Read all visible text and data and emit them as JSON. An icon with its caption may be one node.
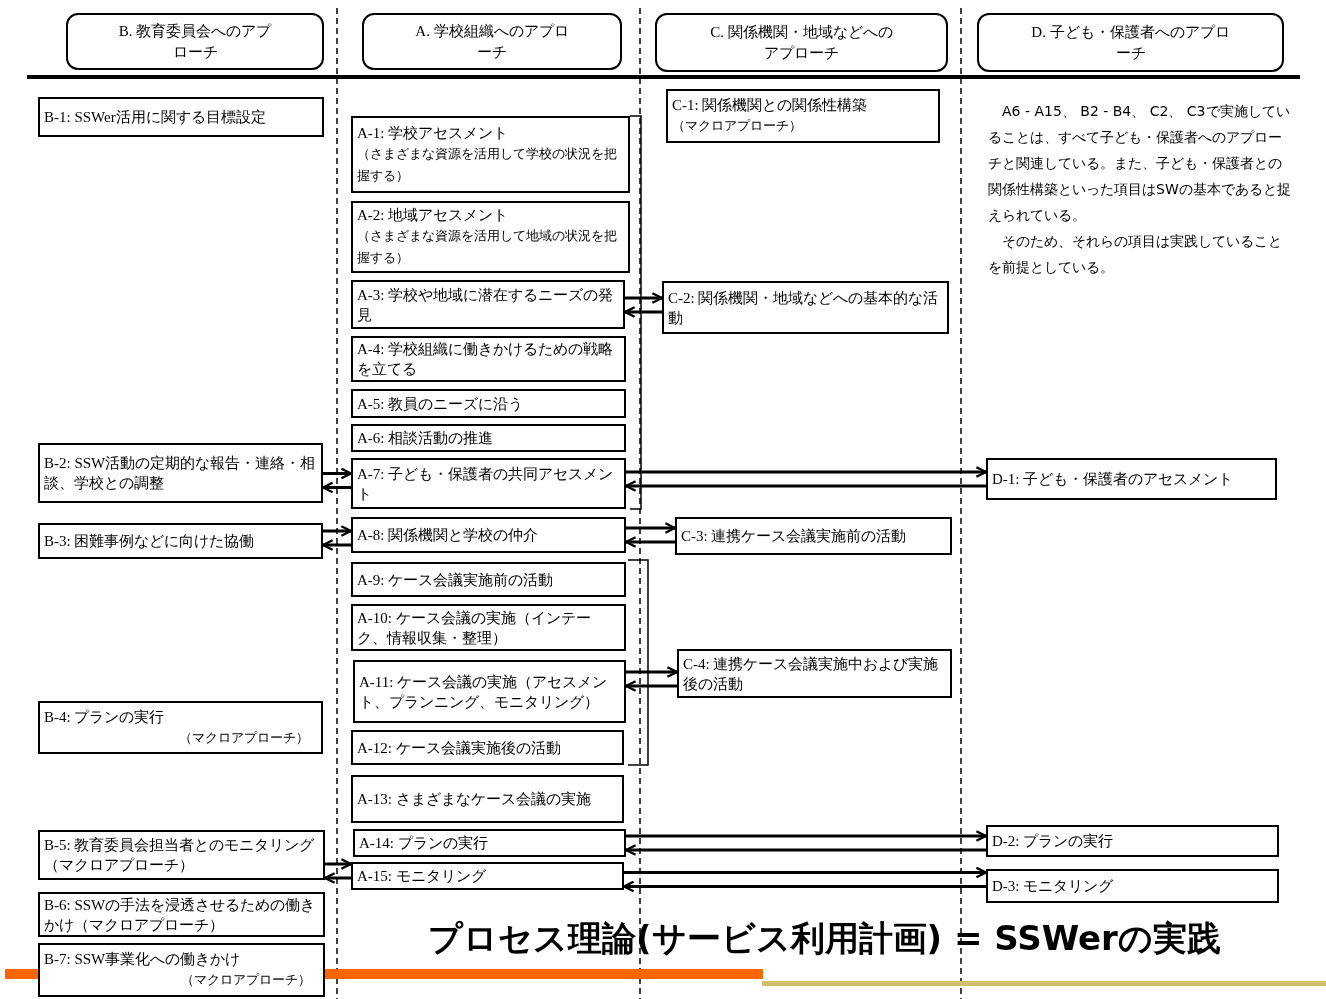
{
  "diagram": {
    "title": "プロセス理論(サービス利用計画) = SSWerの実践",
    "nodes": [
      {
        "text": [
          "B. 教育委員会へのアプローチ"
        ]
      },
      {
        "text": [
          "A. 学校組織へのアプローチ"
        ]
      },
      {
        "text": [
          "C. 関係機関・地域などへのアプローチ"
        ]
      },
      {
        "text": [
          "D. 子ども・保護者へのアプローチ"
        ]
      },
      {
        "text": [
          "B-1: SSWer活用に関する目標設定"
        ]
      },
      {
        "text": [
          "B-2: SSW活動の定期的な報告・連絡・相談、学校との調整"
        ]
      },
      {
        "text": [
          "B-3: 困難事例などに向けた協働"
        ]
      },
      {
        "text": [
          "B-4: プランの実行",
          "（マクロアプローチ）"
        ]
      },
      {
        "text": [
          "B-5: 教育委員会担当者とのモニタリング（マクロアプローチ）"
        ]
      },
      {
        "text": [
          "B-6: SSWの手法を浸透させるための働きかけ（マクロアプローチ）"
        ]
      },
      {
        "text": [
          "B-7: SSW事業化への働きかけ",
          "（マクロアプローチ）"
        ]
      },
      {
        "text": [
          "A-1: 学校アセスメント",
          "（さまざまな資源を活用して学校の状況を把握する）"
        ]
      },
      {
        "text": [
          "A-2: 地域アセスメント",
          "（さまざまな資源を活用して地域の状況を把握する）"
        ]
      },
      {
        "text": [
          "A-3: 学校や地域に潜在するニーズの発見"
        ]
      },
      {
        "text": [
          "A-4: 学校組織に働きかけるための戦略を立てる"
        ]
      },
      {
        "text": [
          "A-5: 教員のニーズに沿う"
        ]
      },
      {
        "text": [
          "A-6: 相談活動の推進"
        ]
      },
      {
        "text": [
          "A-7: 子ども・保護者の共同アセスメント"
        ]
      },
      {
        "text": [
          "A-8: 関係機関と学校の仲介"
        ]
      },
      {
        "text": [
          "A-9: ケース会議実施前の活動"
        ]
      },
      {
        "text": [
          "A-10: ケース会議の実施（インテーク、情報収集・整理）"
        ]
      },
      {
        "text": [
          "A-11: ケース会議の実施（アセスメント、プランニング、モニタリング）"
        ]
      },
      {
        "text": [
          "A-12: ケース会議実施後の活動"
        ]
      },
      {
        "text": [
          "A-13: さまざまなケース会議の実施"
        ]
      },
      {
        "text": [
          "A-14: プランの実行"
        ]
      },
      {
        "text": [
          "A-15: モニタリング"
        ]
      },
      {
        "text": [
          "C-1: 関係機関との関係性構築",
          "（マクロアプローチ）"
        ]
      },
      {
        "text": [
          "C-2: 関係機関・地域などへの基本的な活動"
        ]
      },
      {
        "text": [
          "C-3: 連携ケース会議実施前の活動"
        ]
      },
      {
        "text": [
          "C-4: 連携ケース会議実施中および実施後の活動"
        ]
      },
      {
        "text": [
          "D-1: 子ども・保護者のアセスメント"
        ]
      },
      {
        "text": [
          "D-2: プランの実行"
        ]
      },
      {
        "text": [
          "D-3: モニタリング"
        ]
      }
    ],
    "edges": [
      {
        "from": 5,
        "to": 17,
        "arrow": "to"
      },
      {
        "from": 17,
        "to": 5,
        "arrow": "to"
      },
      {
        "from": 6,
        "to": 18,
        "arrow": "to"
      },
      {
        "from": 18,
        "to": 6,
        "arrow": "to"
      },
      {
        "from": 8,
        "to": 25,
        "arrow": "to"
      },
      {
        "from": 25,
        "to": 8,
        "arrow": "to"
      },
      {
        "from": 13,
        "to": 27,
        "arrow": "to"
      },
      {
        "from": 27,
        "to": 13,
        "arrow": "to"
      },
      {
        "from": 17,
        "to": 30,
        "arrow": "to"
      },
      {
        "from": 30,
        "to": 17,
        "arrow": "to"
      },
      {
        "from": 18,
        "to": 28,
        "arrow": "to"
      },
      {
        "from": 28,
        "to": 18,
        "arrow": "to"
      },
      {
        "from": 21,
        "to": 29,
        "arrow": "to"
      },
      {
        "from": 29,
        "to": 21,
        "arrow": "to"
      },
      {
        "from": 24,
        "to": 31,
        "arrow": "to"
      },
      {
        "from": 31,
        "to": 24,
        "arrow": "to"
      },
      {
        "from": 25,
        "to": 32,
        "arrow": "to"
      },
      {
        "from": 32,
        "to": 25,
        "arrow": "to"
      }
    ],
    "labels": [
      "A6 - A15、 B2 - B4、 C2、 C3で実施していることは、すべて子ども・保護者へのアプローチと関連している。また、子ども・保護者との関係性構築といった項目はSWの基本であると捉えられている。",
      "そのため、それらの項目は実践していることを前提としている。"
    ]
  }
}
